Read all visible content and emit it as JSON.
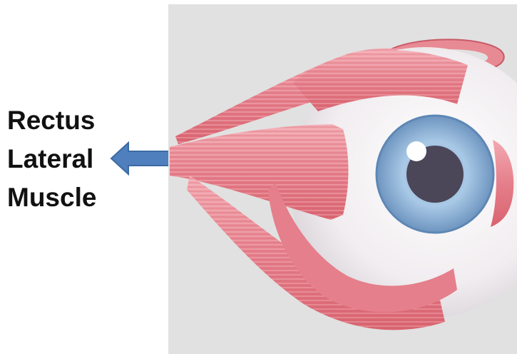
{
  "label": {
    "lines": [
      "Rectus",
      "Lateral",
      "Muscle"
    ]
  },
  "colors": {
    "arrow_fill": "#4f7fbd",
    "arrow_stroke": "#3b6aa3",
    "panel_background": "#e1e1e1",
    "muscle": "#e88a94",
    "sclera": "#f6f3f5",
    "iris": "#a9c9e6",
    "pupil": "#4b4658"
  },
  "icons": {
    "pointer": "left-arrow-icon"
  }
}
